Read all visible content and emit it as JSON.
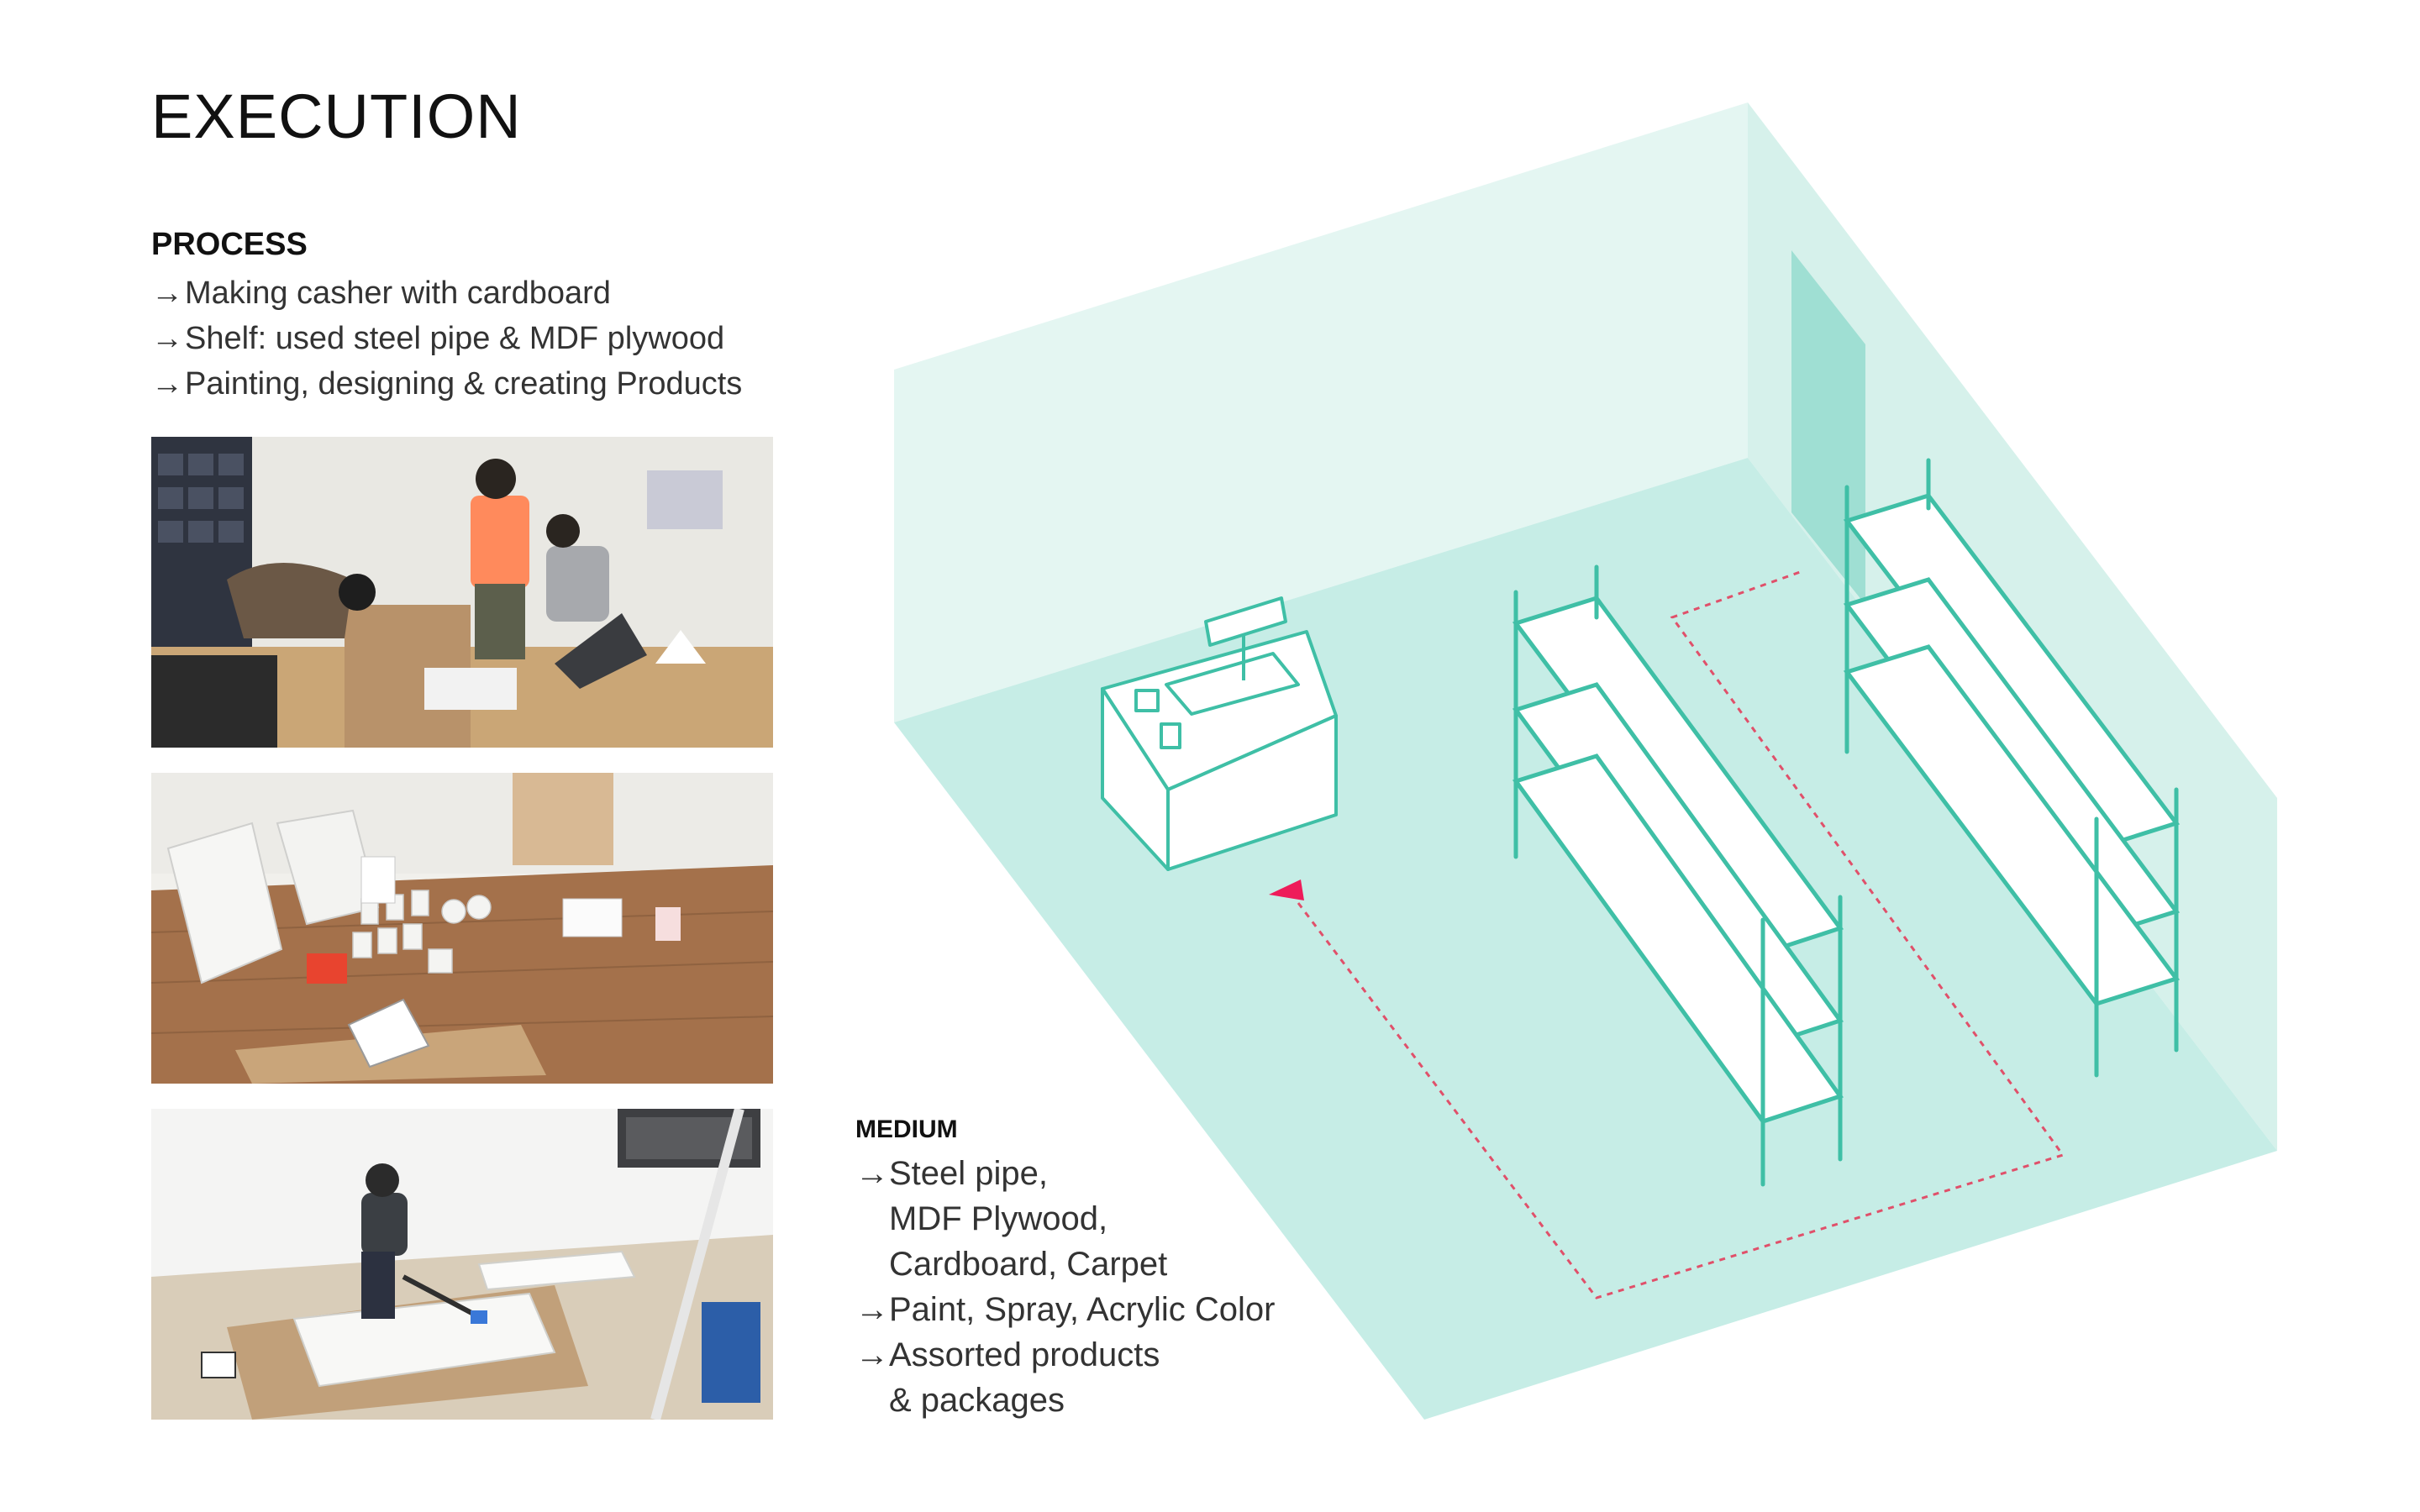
{
  "page": {
    "title": "EXECUTION"
  },
  "process": {
    "heading": "PROCESS",
    "arrow_glyph": "→",
    "items": [
      "Making casher with cardboard",
      "Shelf: used steel pipe & MDF plywood",
      "Painting, designing & creating Products"
    ]
  },
  "medium": {
    "heading": "MEDIUM",
    "arrow_glyph": "→",
    "lines": [
      {
        "text": "Steel pipe,",
        "arrow": true
      },
      {
        "text": "MDF Plywood,",
        "arrow": false
      },
      {
        "text": "Cardboard, Carpet",
        "arrow": false
      },
      {
        "text": "Paint, Spray, Acrylic Color",
        "arrow": true
      },
      {
        "text": "Assorted products",
        "arrow": true
      },
      {
        "text": "& packages",
        "arrow": false
      }
    ]
  },
  "photos": [
    {
      "name": "photo-workshop-cardboard",
      "scene": "workshop"
    },
    {
      "name": "photo-products-floor",
      "scene": "products"
    },
    {
      "name": "photo-painting-shelf",
      "scene": "painting"
    }
  ],
  "diagram": {
    "room_color": "#c6ede6",
    "wall_color": "#e4f6f2",
    "door_color": "#9fdfd3",
    "line_color": "#3fbfa6",
    "path_color": "#e0506a",
    "arrow_color": "#ee1c5a",
    "objects": [
      "cashier-counter",
      "shelf-unit-left",
      "shelf-unit-right",
      "customer-path"
    ]
  }
}
